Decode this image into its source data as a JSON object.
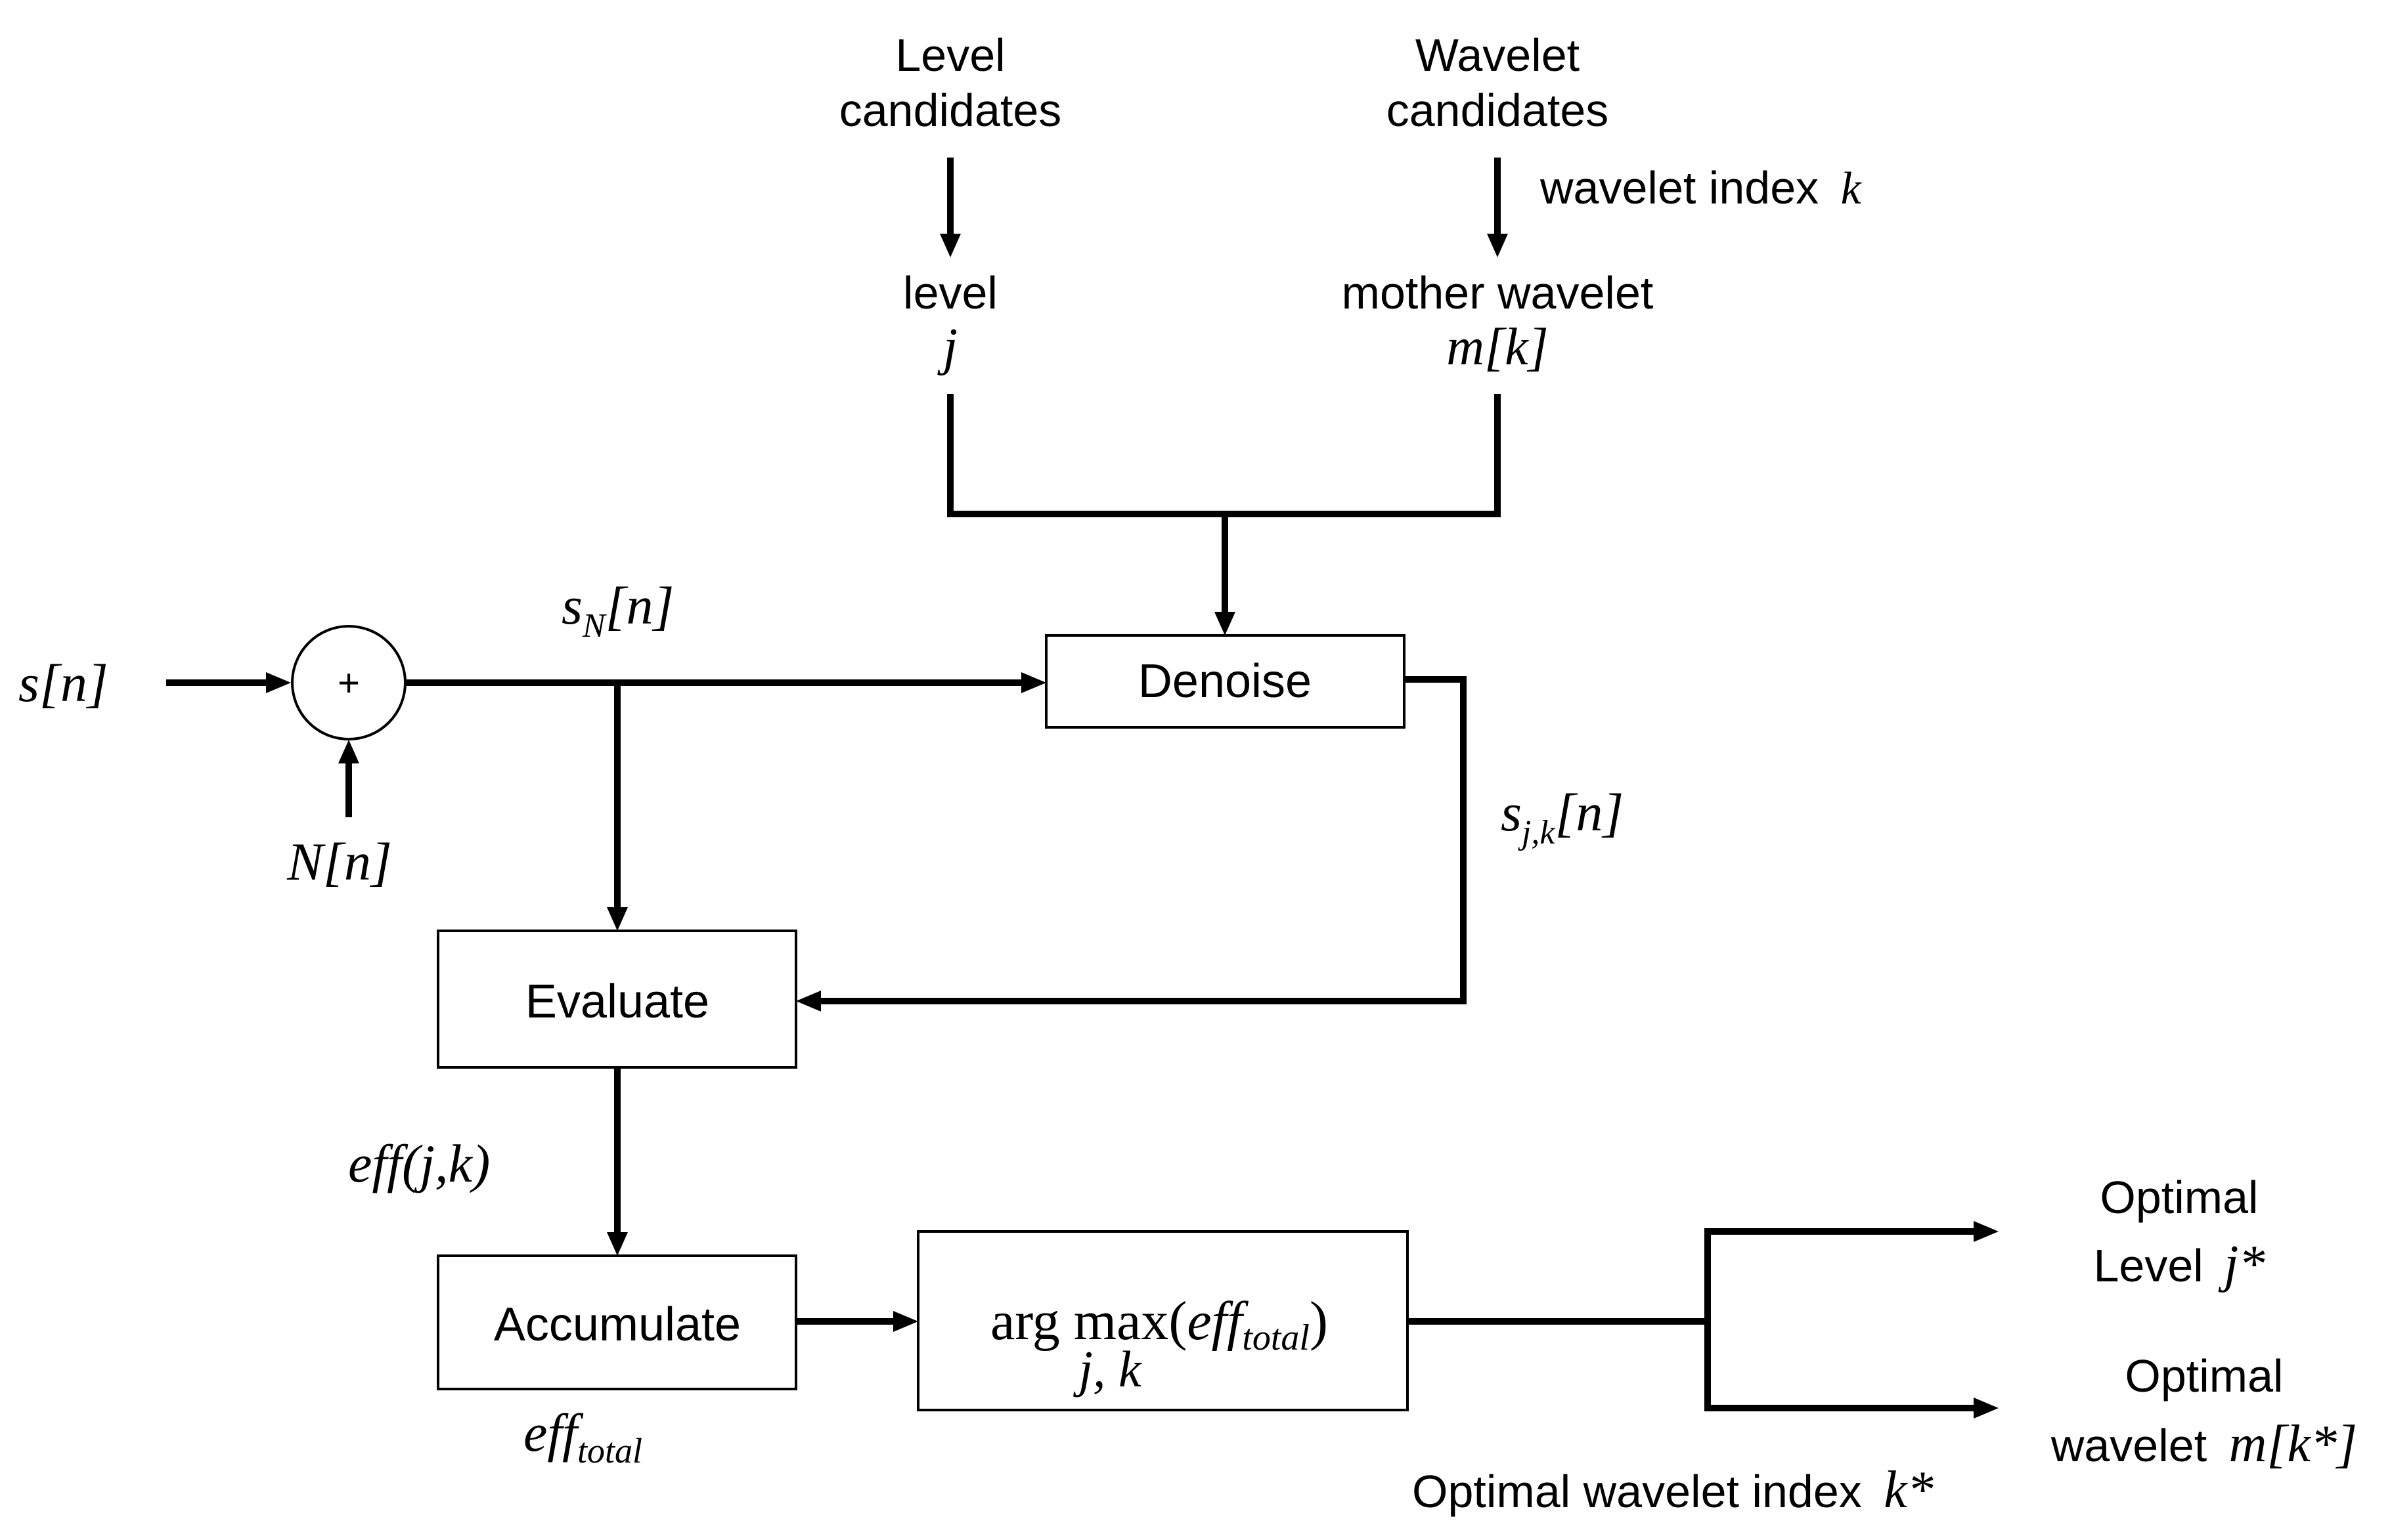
{
  "inputs": {
    "level_candidates": [
      "Level",
      "candidates"
    ],
    "wavelet_candidates": [
      "Wavelet",
      "candidates"
    ],
    "wavelet_index_text": "wavelet index",
    "wavelet_index_var": "k",
    "level_text": "level",
    "level_var": "j",
    "mother_wavelet_text": "mother wavelet",
    "mother_wavelet_var": "m[k]"
  },
  "signals": {
    "clean": "s[n]",
    "noise": "N[n]",
    "adder_symbol": "+",
    "noisy_base": "s",
    "noisy_sub": "N",
    "noisy_tail": "[n]",
    "denoised_base": "s",
    "denoised_sub": "j,k",
    "denoised_tail": "[n]",
    "efficiency": "eff(j,k)",
    "eff_total_base": "eff",
    "eff_total_sub": "total"
  },
  "blocks": {
    "denoise": "Denoise",
    "evaluate": "Evaluate",
    "accumulate": "Accumulate",
    "argmax_fn": "arg max(",
    "argmax_var": "eff",
    "argmax_sub": "total",
    "argmax_close": ")",
    "argmax_under": "j, k"
  },
  "outputs": {
    "optimal_level": [
      "Optimal",
      "Level"
    ],
    "optimal_level_var": "j*",
    "optimal_wavelet": [
      "Optimal",
      "wavelet"
    ],
    "optimal_wavelet_var": "m[k*]",
    "optimal_index_text": "Optimal wavelet index",
    "optimal_index_var": "k*"
  }
}
